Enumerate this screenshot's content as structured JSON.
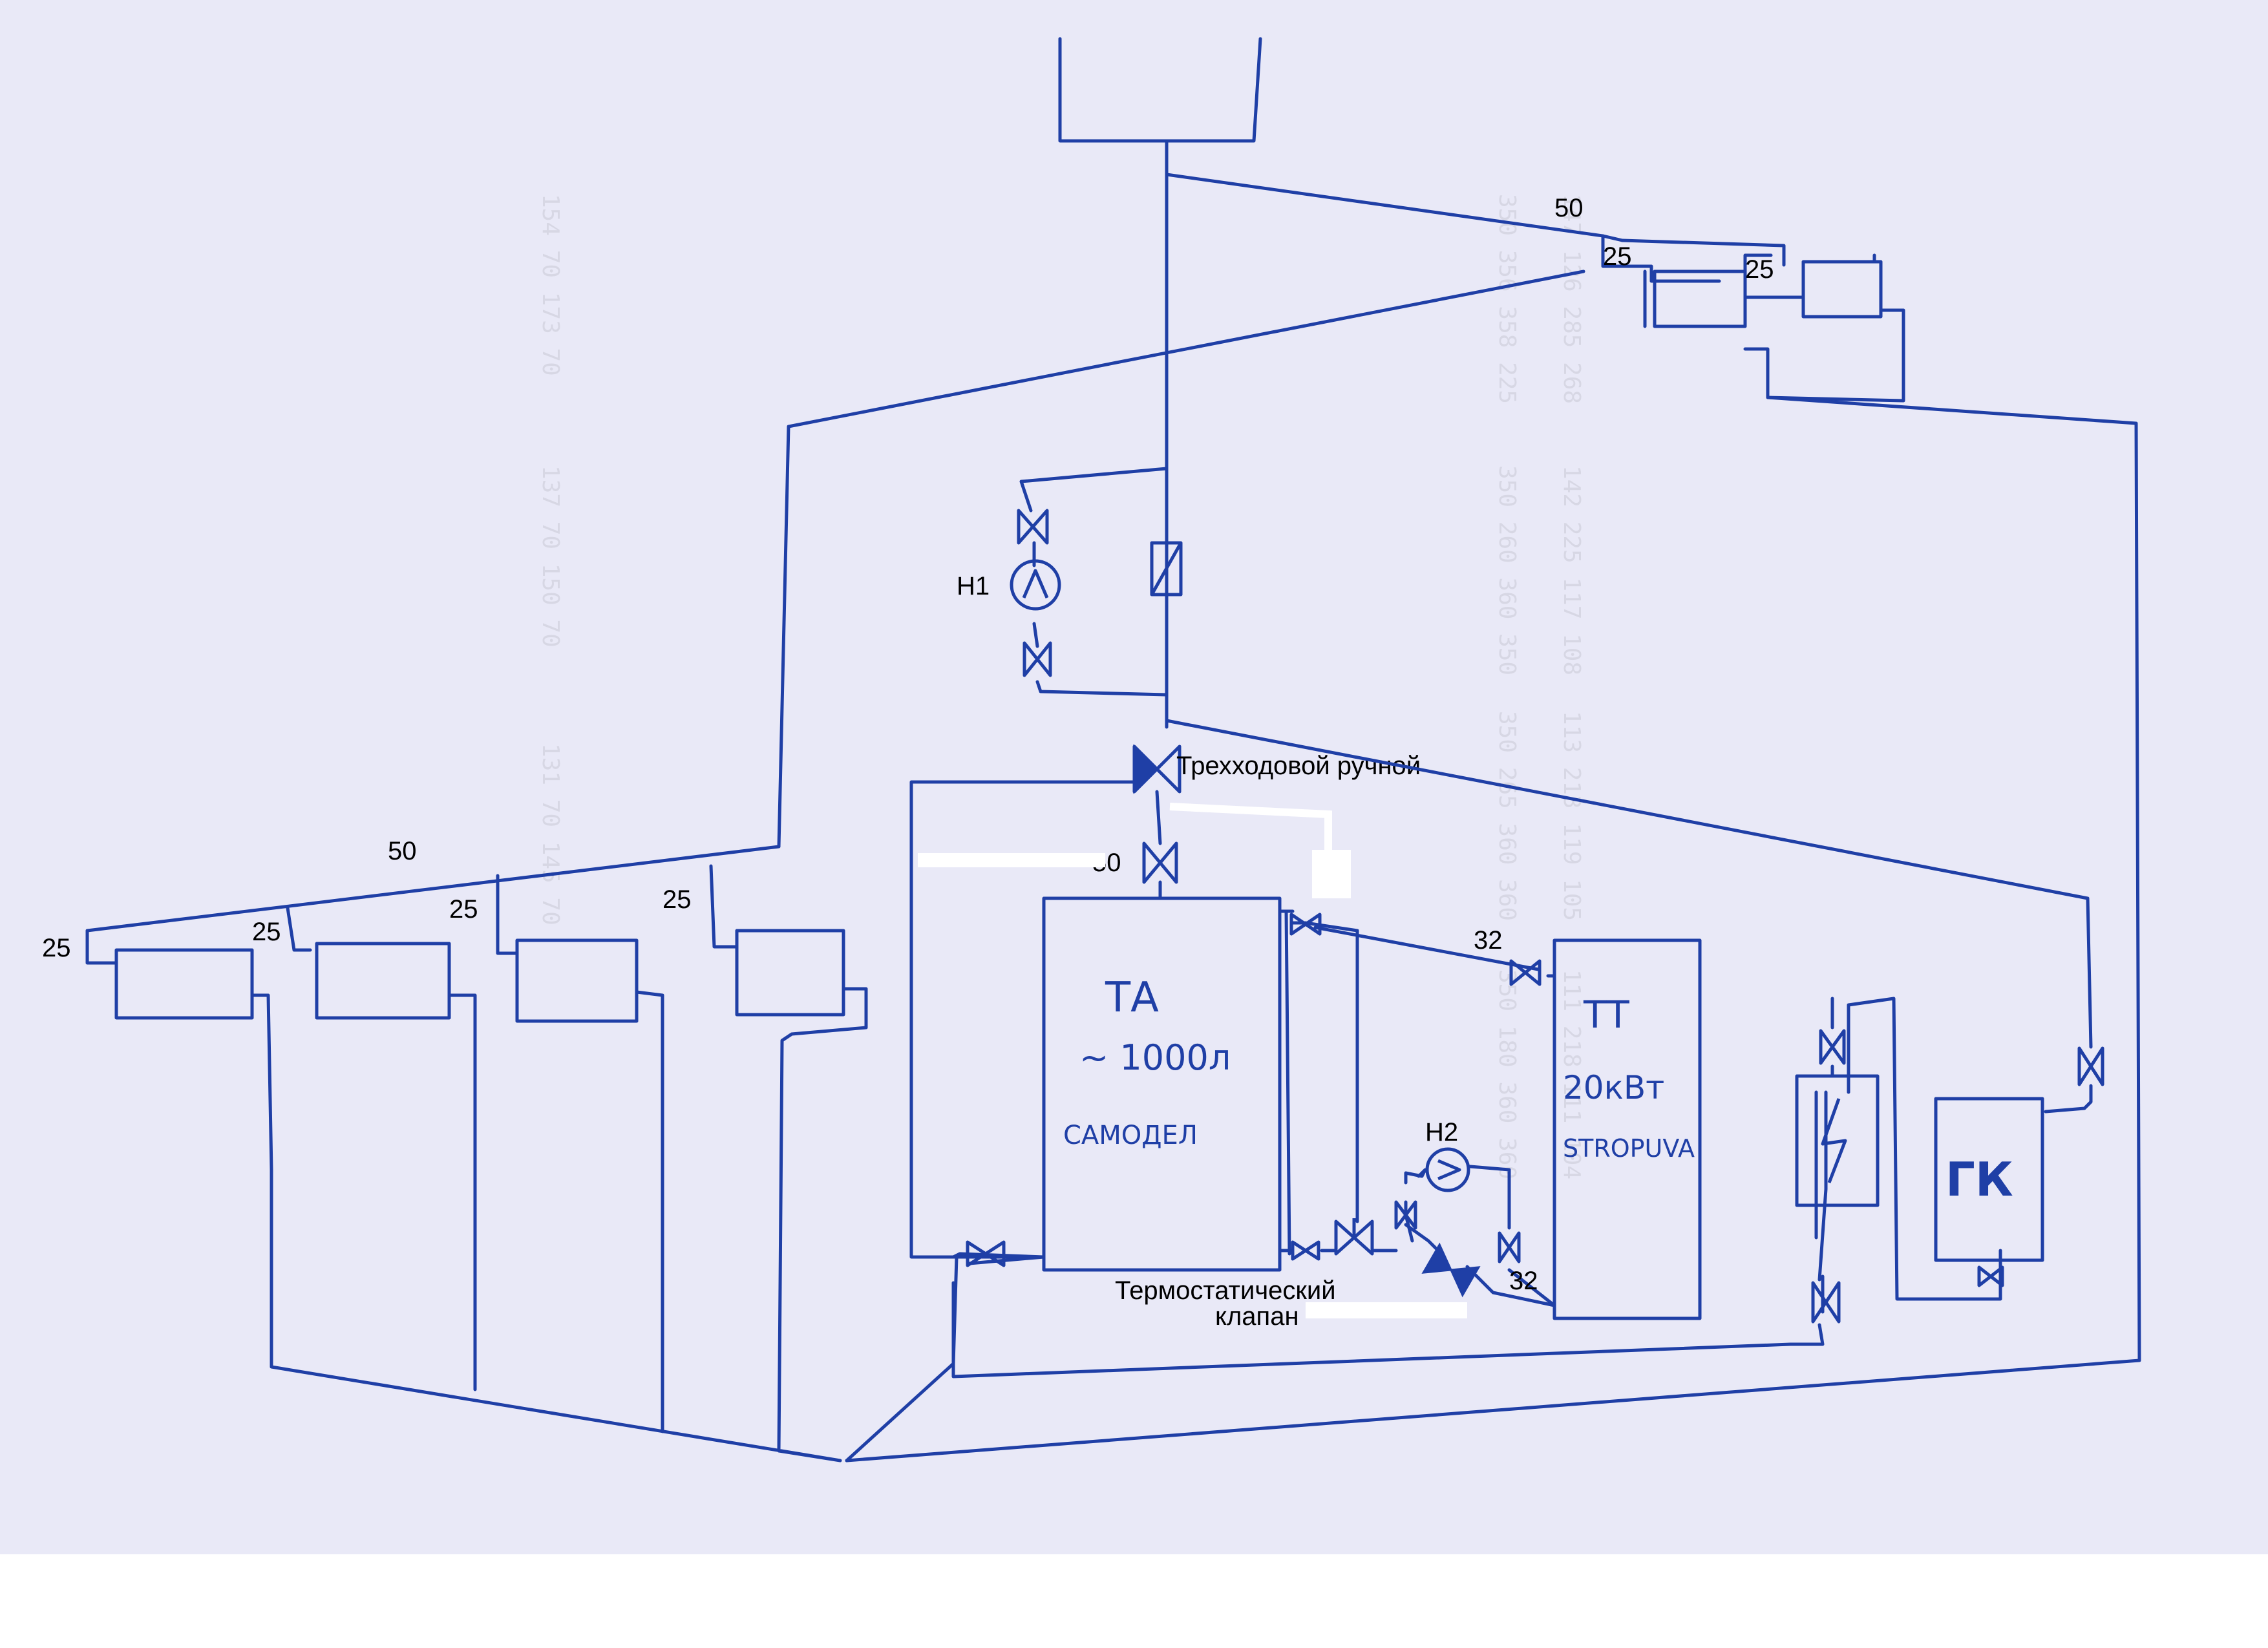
{
  "colors": {
    "paper": "#e9e9f7",
    "ink": "#1f3fa6",
    "print": "#000000",
    "border": "#ffffff"
  },
  "labels": {
    "pump1": "H1",
    "pump2": "H2",
    "three_way_valve": "Трехходовой ручной",
    "thermostatic_valve_line1": "Термостатический",
    "thermostatic_valve_line2": "клапан",
    "tank_name": "ТА",
    "tank_volume": "~ 1000л",
    "tank_maker": "САМОДЕЛ",
    "boiler_name": "ТТ",
    "boiler_power": "20кВт",
    "boiler_brand": "STROPUVA",
    "gas_boiler": "ГК"
  },
  "pipe_sizes": {
    "main_upper": "50",
    "riser_upper_1": "25",
    "riser_upper_2": "25",
    "main_lower": "50",
    "riser_lower_1": "25",
    "riser_lower_2": "25",
    "riser_lower_3": "25",
    "riser_lower_4": "25",
    "tank_inlet": "50",
    "boiler_supply": "32",
    "boiler_return": "32"
  },
  "icons": [
    "pump-icon",
    "valve-icon",
    "filter-icon",
    "three-way-valve-icon",
    "thermostatic-valve-icon",
    "electric-heater-icon"
  ]
}
